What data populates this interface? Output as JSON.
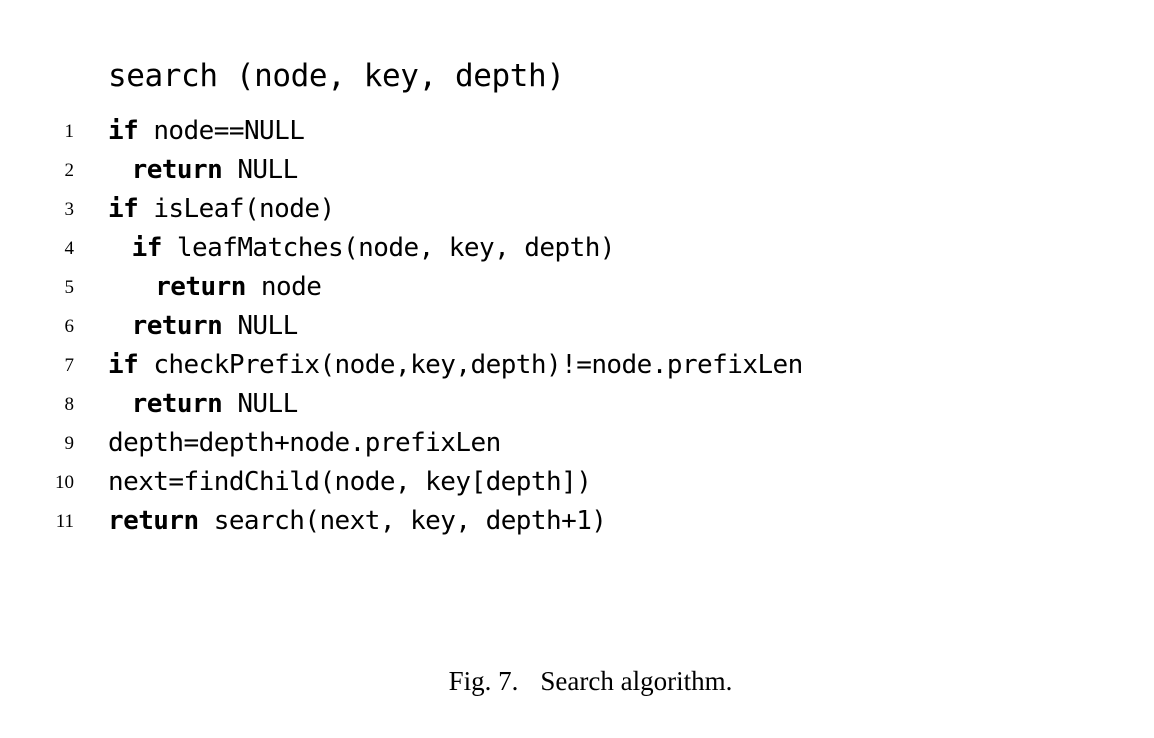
{
  "figure": {
    "signature": "search (node, key, depth)",
    "caption_label": "Fig. 7.",
    "caption_text": "Search algorithm.",
    "text_color": "#000000",
    "background_color": "#ffffff",
    "code": [
      {
        "number": "1",
        "indent": 0,
        "keyword": "if",
        "rest": " node==NULL",
        "full": "if node==NULL"
      },
      {
        "number": "2",
        "indent": 1,
        "keyword": "return",
        "rest": " NULL",
        "full": "  return NULL"
      },
      {
        "number": "3",
        "indent": 0,
        "keyword": "if",
        "rest": " isLeaf(node)",
        "full": "if isLeaf(node)"
      },
      {
        "number": "4",
        "indent": 1,
        "keyword": "if",
        "rest": " leafMatches(node, key, depth)",
        "full": "  if leafMatches(node, key, depth)"
      },
      {
        "number": "5",
        "indent": 2,
        "keyword": "return",
        "rest": " node",
        "full": "    return node"
      },
      {
        "number": "6",
        "indent": 1,
        "keyword": "return",
        "rest": " NULL",
        "full": "  return NULL"
      },
      {
        "number": "7",
        "indent": 0,
        "keyword": "if",
        "rest": " checkPrefix(node,key,depth)!=node.prefixLen",
        "full": "if checkPrefix(node,key,depth)!=node.prefixLen"
      },
      {
        "number": "8",
        "indent": 1,
        "keyword": "return",
        "rest": " NULL",
        "full": "  return NULL"
      },
      {
        "number": "9",
        "indent": 0,
        "keyword": "",
        "rest": "depth=depth+node.prefixLen",
        "full": "depth=depth+node.prefixLen"
      },
      {
        "number": "10",
        "indent": 0,
        "keyword": "",
        "rest": "next=findChild(node, key[depth])",
        "full": "next=findChild(node, key[depth])"
      },
      {
        "number": "11",
        "indent": 0,
        "keyword": "return",
        "rest": " search(next, key, depth+1)",
        "full": "return search(next, key, depth+1)"
      }
    ]
  }
}
